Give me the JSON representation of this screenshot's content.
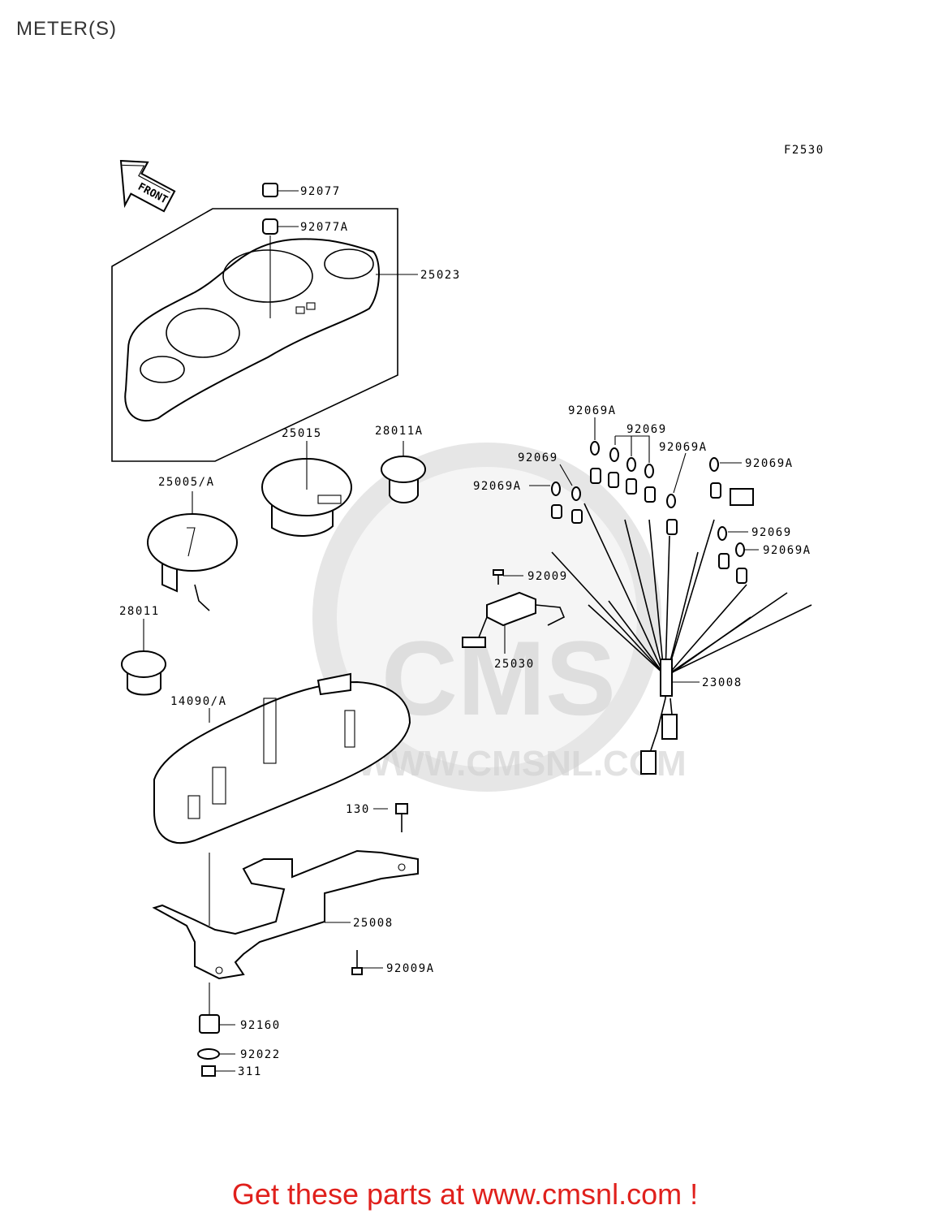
{
  "page": {
    "title": "METER(S)",
    "figure_code": "F2530",
    "footer": "Get these parts at www.cmsnl.com !",
    "front_arrow_text": "FRONT",
    "watermark_text": "CMS",
    "watermark_url": "WWW.CMSNL.COM"
  },
  "parts": [
    {
      "id": "p92077",
      "label": "92077"
    },
    {
      "id": "p92077A",
      "label": "92077A"
    },
    {
      "id": "p25023",
      "label": "25023"
    },
    {
      "id": "p25015",
      "label": "25015"
    },
    {
      "id": "p28011A",
      "label": "28011A"
    },
    {
      "id": "p25005A",
      "label": "25005/A"
    },
    {
      "id": "p28011",
      "label": "28011"
    },
    {
      "id": "p92069A_top",
      "label": "92069A"
    },
    {
      "id": "p92069_top",
      "label": "92069"
    },
    {
      "id": "p92069_left",
      "label": "92069"
    },
    {
      "id": "p92069A_mid",
      "label": "92069A"
    },
    {
      "id": "p92069A_right",
      "label": "92069A"
    },
    {
      "id": "p92069A_left",
      "label": "92069A"
    },
    {
      "id": "p92069_right",
      "label": "92069"
    },
    {
      "id": "p92069A_right2",
      "label": "92069A"
    },
    {
      "id": "p92009",
      "label": "92009"
    },
    {
      "id": "p25030",
      "label": "25030"
    },
    {
      "id": "p23008",
      "label": "23008"
    },
    {
      "id": "p14090A",
      "label": "14090/A"
    },
    {
      "id": "p130",
      "label": "130"
    },
    {
      "id": "p25008",
      "label": "25008"
    },
    {
      "id": "p92009A",
      "label": "92009A"
    },
    {
      "id": "p92160",
      "label": "92160"
    },
    {
      "id": "p92022",
      "label": "92022"
    },
    {
      "id": "p311",
      "label": "311"
    }
  ],
  "colors": {
    "footer": "#e0201c",
    "title": "#333333",
    "lines": "#000000"
  }
}
